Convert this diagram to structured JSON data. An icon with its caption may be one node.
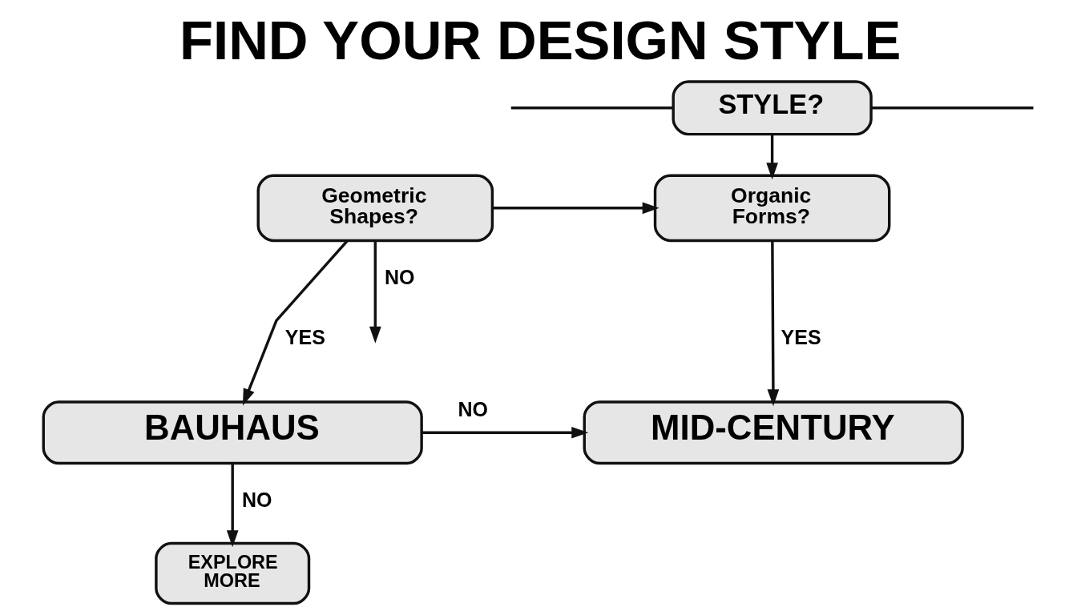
{
  "diagram": {
    "title": "FIND YOUR DESIGN STYLE",
    "nodes": [
      {
        "text": [
          "STYLE?"
        ]
      },
      {
        "text": [
          "Geometric Shapes?"
        ]
      },
      {
        "text": [
          "Organic Forms?"
        ]
      },
      {
        "text": [
          "BAUHAUS"
        ]
      },
      {
        "text": [
          "MID-CENTURY"
        ]
      },
      {
        "text": [
          "EXPLORE MORE"
        ]
      }
    ],
    "edges": [
      {
        "from": null,
        "to": 0,
        "arrow": "none"
      },
      {
        "from": 0,
        "to": null,
        "arrow": "none"
      },
      {
        "from": 0,
        "to": 2,
        "arrow": "to"
      },
      {
        "from": 1,
        "to": 2,
        "arrow": "to"
      },
      {
        "from": 1,
        "to": 3,
        "arrow": "to",
        "label": "YES"
      },
      {
        "from": 1,
        "to": null,
        "arrow": "to",
        "label": "NO"
      },
      {
        "from": 2,
        "to": 4,
        "arrow": "to",
        "label": "YES"
      },
      {
        "from": 3,
        "to": 4,
        "arrow": "to",
        "label": "NO"
      },
      {
        "from": 3,
        "to": 5,
        "arrow": "to",
        "label": "NO"
      }
    ]
  }
}
